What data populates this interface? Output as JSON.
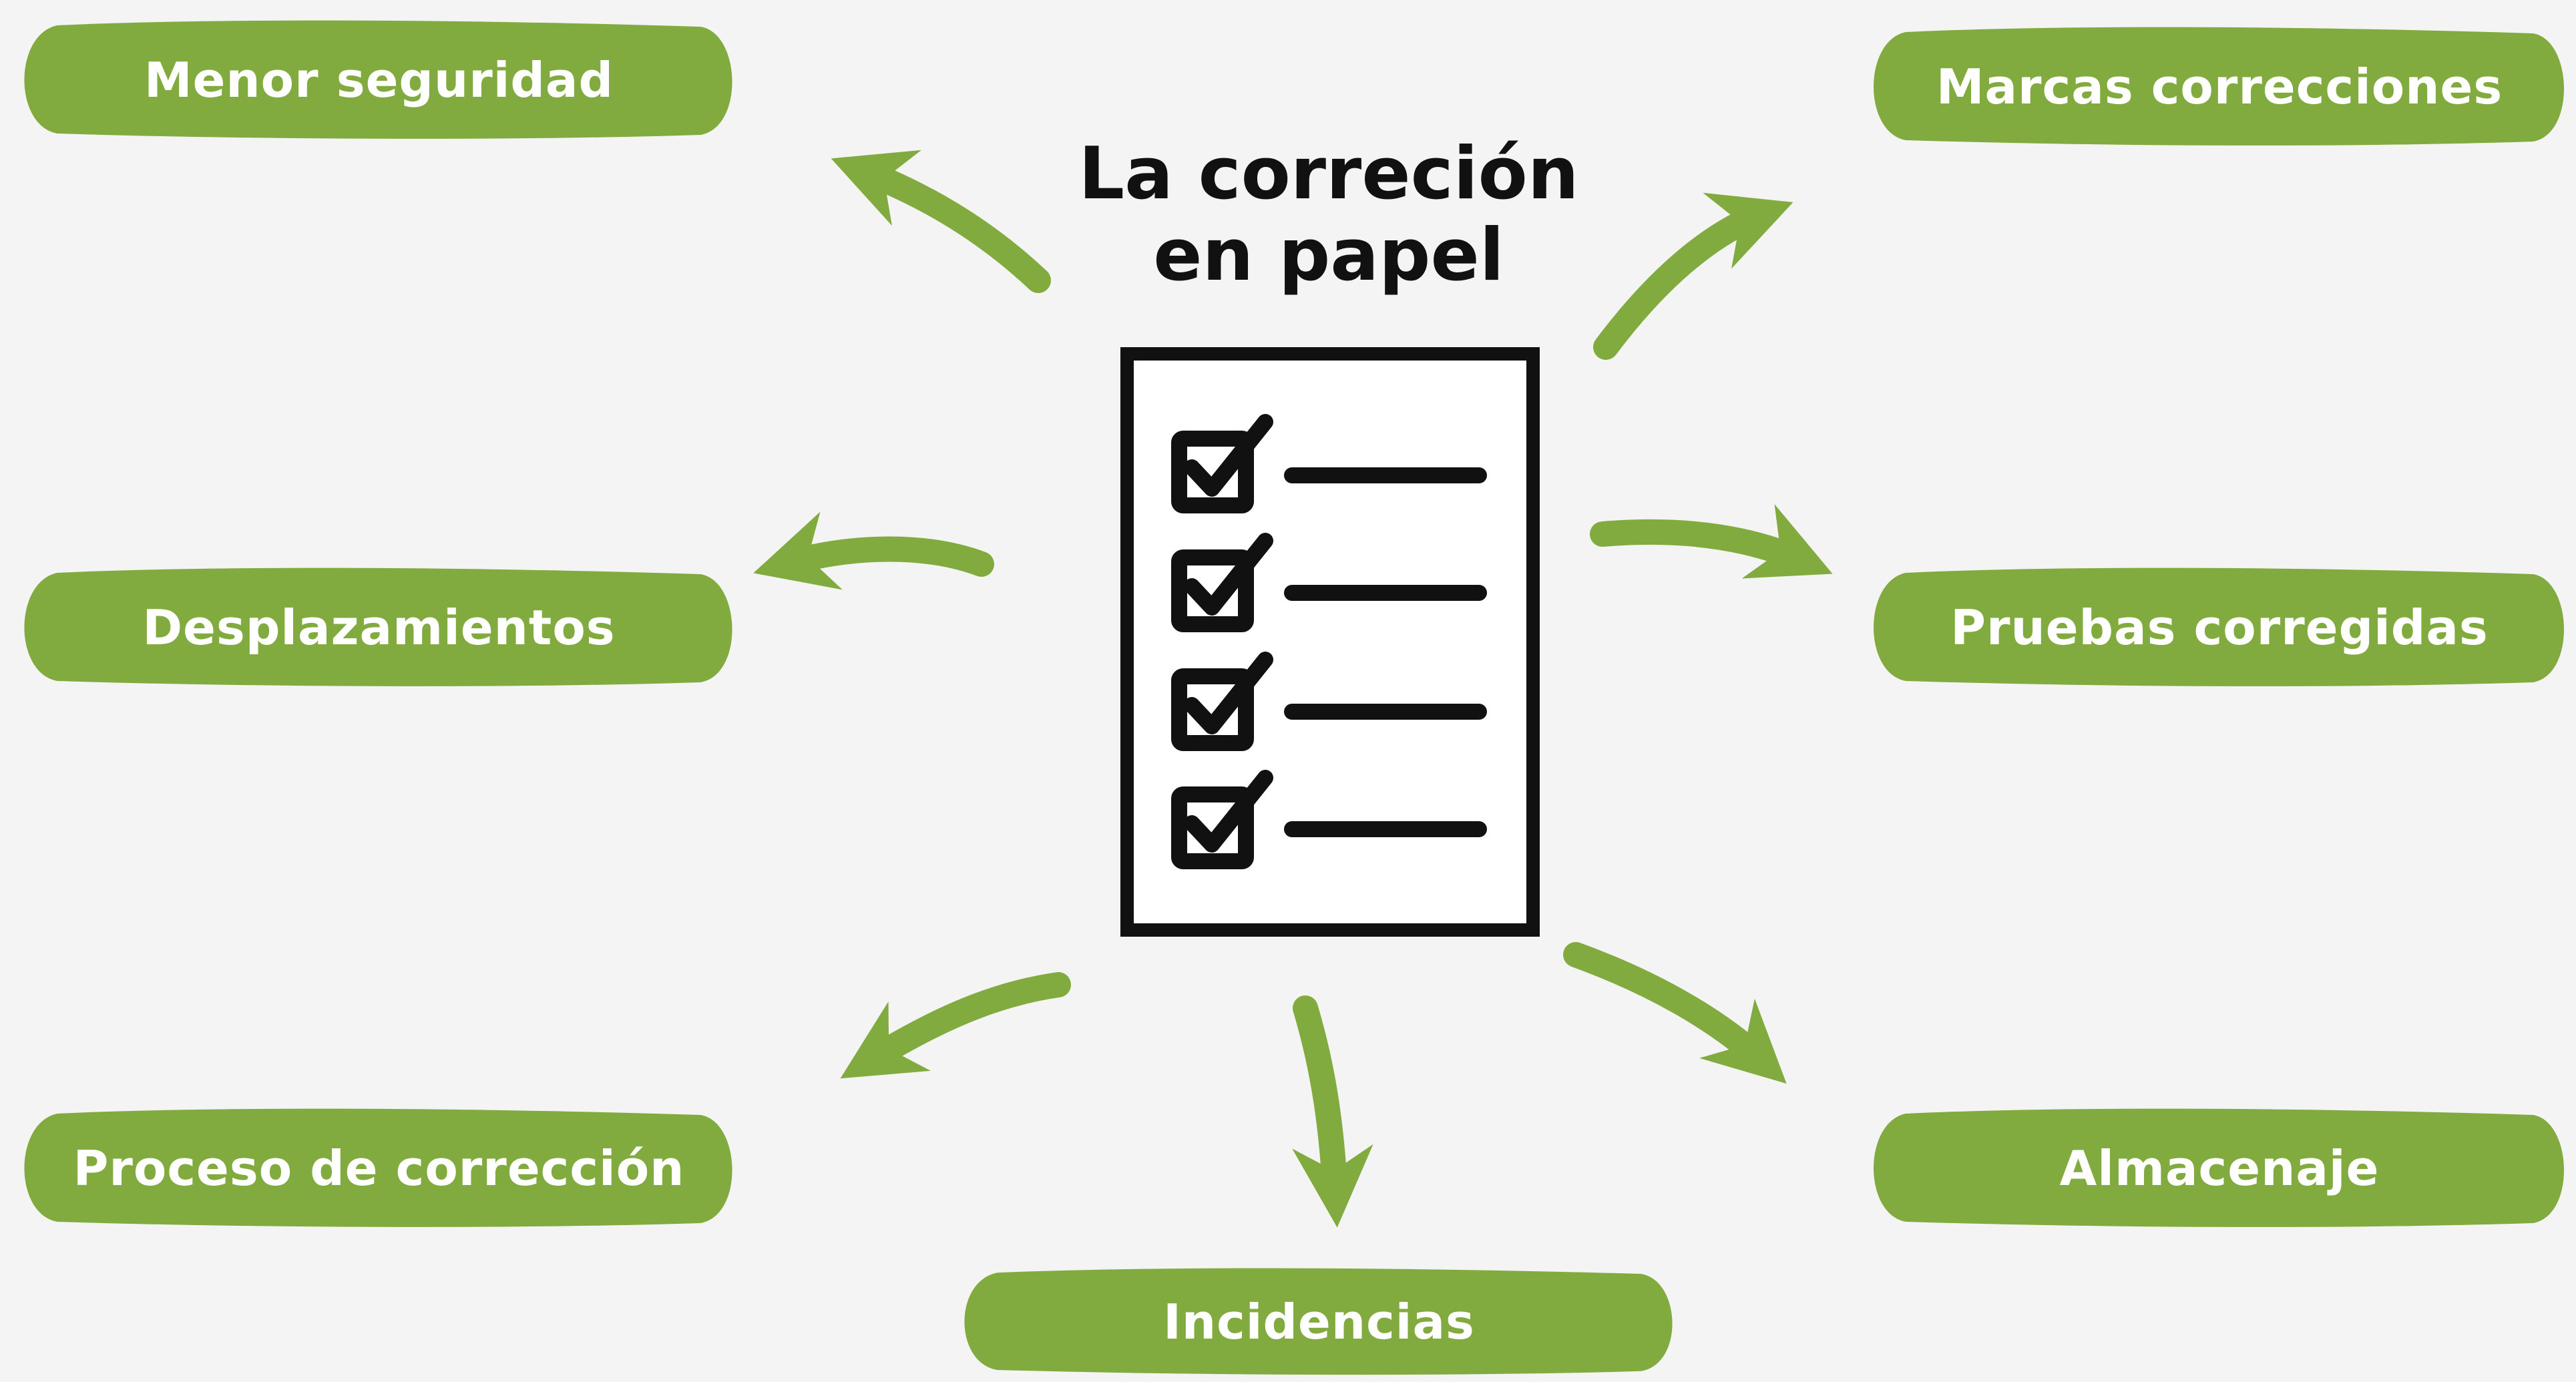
{
  "title": {
    "line1": "La correción",
    "line2": "en papel"
  },
  "nodes": {
    "menor_seguridad": "Menor seguridad",
    "desplazamientos": "Desplazamientos",
    "proceso_correccion": "Proceso de corrección",
    "incidencias": "Incidencias",
    "marcas_correcciones": "Marcas correcciones",
    "pruebas_corregidas": "Pruebas corregidas",
    "almacenaje": "Almacenaje"
  },
  "center_icon": {
    "name": "checklist-icon",
    "items_checked": 4
  },
  "colors": {
    "background": "#f4f4f4",
    "accent_green": "#82ab3f",
    "ink": "#111111",
    "text_on_green": "#ffffff"
  }
}
